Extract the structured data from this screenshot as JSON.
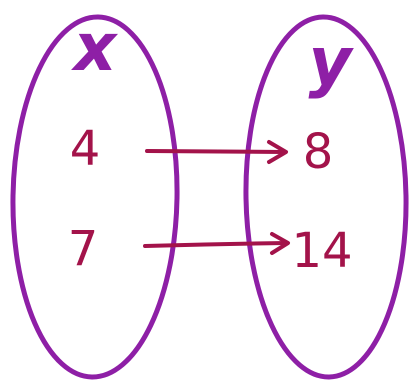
{
  "colors": {
    "oval": "#8e1fa6",
    "set_label": "#8e1fa6",
    "element": "#a3134a",
    "arrow": "#a3134a"
  },
  "sets": [
    {
      "label": "x",
      "elements": [
        "4",
        "7"
      ]
    },
    {
      "label": "y",
      "elements": [
        "8",
        "14"
      ]
    }
  ],
  "mappings": [
    {
      "from": "4",
      "to": "8"
    },
    {
      "from": "7",
      "to": "14"
    }
  ]
}
